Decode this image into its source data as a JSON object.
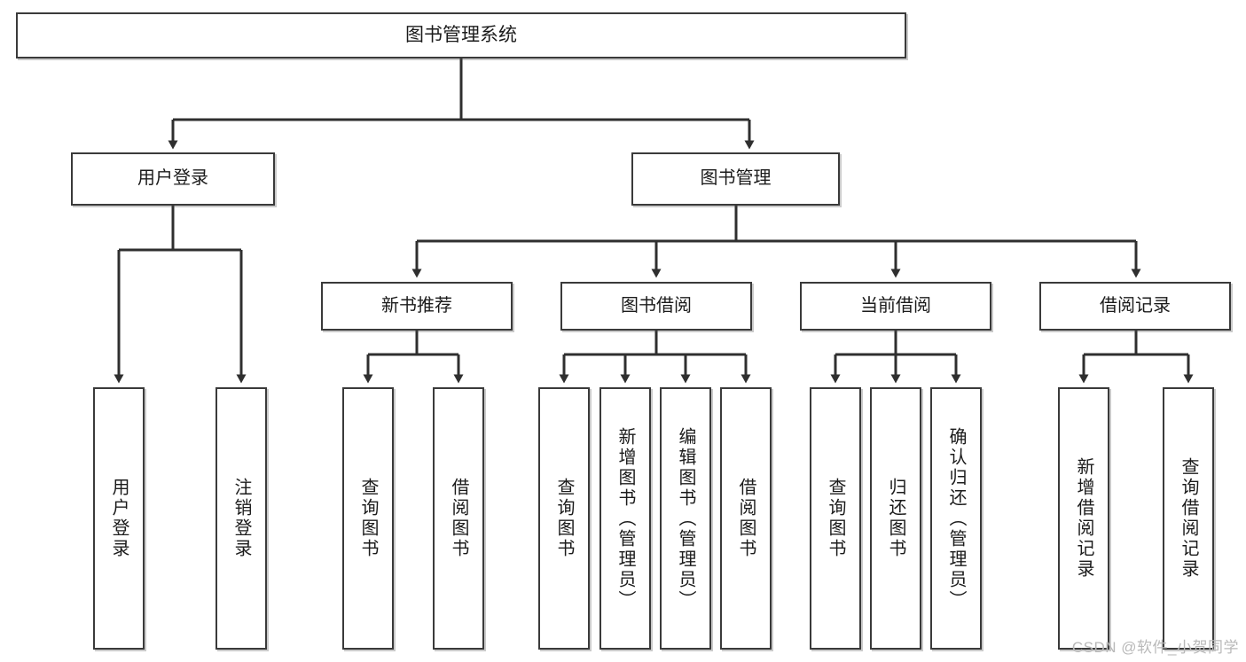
{
  "diagram": {
    "title": "图书管理系统",
    "type": "hierarchy-tree",
    "watermark": "CSDN @软件_小贺同学",
    "colors": {
      "stroke": "#3a3a3a",
      "text": "#1b1b1b",
      "background": "#ffffff",
      "watermark": "#b9b9b9"
    },
    "levels": {
      "root": {
        "label": "图书管理系统"
      },
      "level2": [
        {
          "id": "user-login",
          "label": "用户登录"
        },
        {
          "id": "book-manage",
          "label": "图书管理"
        }
      ],
      "level3": [
        {
          "id": "new-book-recommend",
          "label": "新书推荐",
          "parent": "book-manage"
        },
        {
          "id": "book-borrow",
          "label": "图书借阅",
          "parent": "book-manage"
        },
        {
          "id": "current-borrow",
          "label": "当前借阅",
          "parent": "book-manage"
        },
        {
          "id": "borrow-record",
          "label": "借阅记录",
          "parent": "book-manage"
        }
      ],
      "leaves": [
        {
          "id": "leaf-user-login",
          "label": "用户登录",
          "parent": "user-login"
        },
        {
          "id": "leaf-logout-login",
          "label": "注销登录",
          "parent": "user-login"
        },
        {
          "id": "leaf-query-book-1",
          "label": "查询图书",
          "parent": "new-book-recommend"
        },
        {
          "id": "leaf-borrow-book-1",
          "label": "借阅图书",
          "parent": "new-book-recommend"
        },
        {
          "id": "leaf-query-book-2",
          "label": "查询图书",
          "parent": "book-borrow"
        },
        {
          "id": "leaf-add-book",
          "label": "新增图书（管理员）",
          "parent": "book-borrow"
        },
        {
          "id": "leaf-edit-book",
          "label": "编辑图书（管理员）",
          "parent": "book-borrow"
        },
        {
          "id": "leaf-borrow-book-2",
          "label": "借阅图书",
          "parent": "book-borrow"
        },
        {
          "id": "leaf-query-book-3",
          "label": "查询图书",
          "parent": "current-borrow"
        },
        {
          "id": "leaf-return-book",
          "label": "归还图书",
          "parent": "current-borrow"
        },
        {
          "id": "leaf-confirm-return",
          "label": "确认归还（管理员）",
          "parent": "current-borrow"
        },
        {
          "id": "leaf-add-record",
          "label": "新增借阅记录",
          "parent": "borrow-record"
        },
        {
          "id": "leaf-query-record",
          "label": "查询借阅记录",
          "parent": "borrow-record"
        }
      ]
    }
  }
}
